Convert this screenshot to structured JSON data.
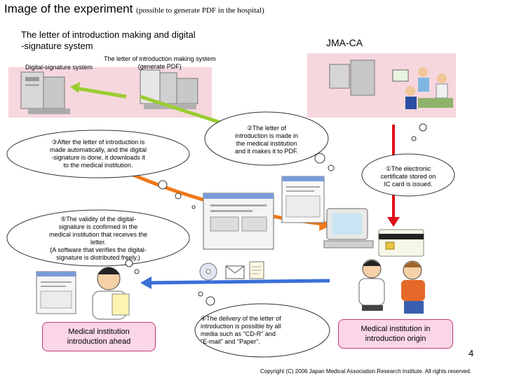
{
  "title": "Image of the experiment",
  "title_note": "(possible to generate PDF in the hospital)",
  "subtitle_line1": "The letter of introduction making and digital",
  "subtitle_line2": "-signature system",
  "jma_label": "JMA-CA",
  "system_labels": {
    "digital_signature": "Digital-signature system",
    "letter_making_line1": "The letter of introduction making system",
    "letter_making_line2": "(generate PDF)"
  },
  "steps": {
    "step1": [
      "①The electronic",
      "certificate stored on",
      "IC card is issued."
    ],
    "step2": [
      "②The letter of",
      "introduction is made in",
      "the medical institution",
      "and it makes it to PDF."
    ],
    "step3": [
      "③After the letter of introduction is",
      "made automatically, and the digital",
      "-signature is done, it downloads it",
      "to the medical institution."
    ],
    "step4": [
      "④The delivery of the letter of",
      "introduction is possible by all",
      "media such as \"CD-R\" and",
      "\"E-mail\" and \"Paper\"."
    ],
    "step5": [
      "⑤The validity of the digital-",
      "signature is confirmed in the",
      "medical institution that receives the",
      "letter.",
      "(A software that verifies the digital-",
      "signature is distributed freely.)"
    ]
  },
  "boxes": {
    "ahead_line1": "Medical institution",
    "ahead_line2": "introduction ahead",
    "origin_line1": "Medical institution in",
    "origin_line2": "introduction origin"
  },
  "page_number": "4",
  "copyright": "Copyright (C) 2006 Japan Medical Association Research Institute. All rights reserved.",
  "colors": {
    "panel_pink": "#f6d7dd",
    "box_pink": "#fbd6e6",
    "arrow_green": "#9acd32",
    "arrow_orange": "#f07818",
    "arrow_blue": "#3a6fd8",
    "arrow_red": "#e0101a"
  }
}
